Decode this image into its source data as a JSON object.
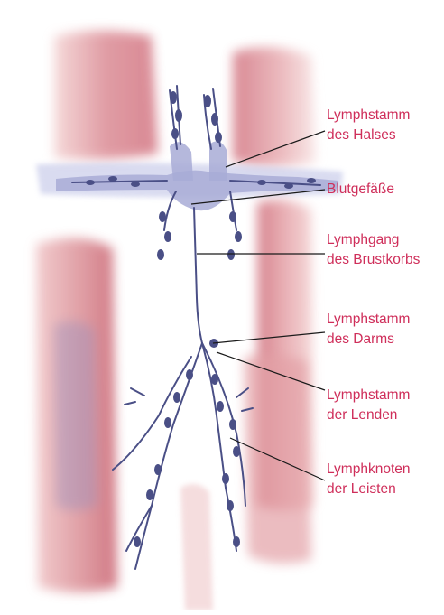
{
  "colors": {
    "label_text": "#cf2e5a",
    "leader_line": "#1a1a1a",
    "skin_watercolor": "#d4747f",
    "lymph_vessels": "#4a4f86",
    "blood_vessels": "#9aa0cc"
  },
  "labels": [
    {
      "id": "neck-trunk",
      "lines": [
        "Lymphstamm",
        "des Halses"
      ]
    },
    {
      "id": "blood-vessels",
      "lines": [
        "Blutgefäße"
      ]
    },
    {
      "id": "thoracic-duct",
      "lines": [
        "Lymphgang",
        "des Brustkorbs"
      ]
    },
    {
      "id": "intestinal-trunk",
      "lines": [
        "Lymphstamm",
        "des Darms"
      ]
    },
    {
      "id": "lumbar-trunk",
      "lines": [
        "Lymphstamm",
        "der Lenden"
      ]
    },
    {
      "id": "inguinal-nodes",
      "lines": [
        "Lymphknoten",
        "der Leisten"
      ]
    }
  ]
}
